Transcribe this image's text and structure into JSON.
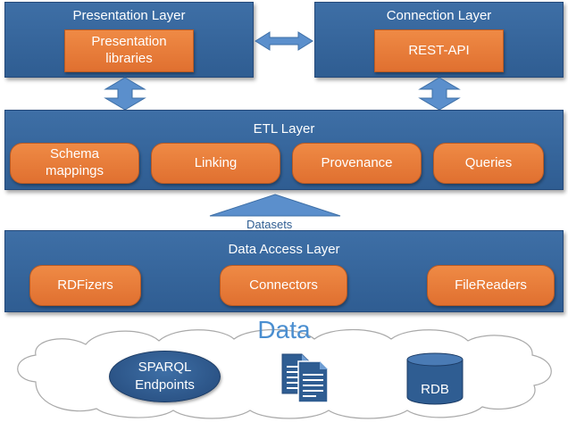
{
  "presentation_layer": {
    "title": "Presentation Layer",
    "components": [
      "Presentation libraries"
    ]
  },
  "connection_layer": {
    "title": "Connection Layer",
    "components": [
      "REST-API"
    ]
  },
  "etl_layer": {
    "title": "ETL Layer",
    "components": [
      "Schema mappings",
      "Linking",
      "Provenance",
      "Queries"
    ]
  },
  "flow_label": "Datasets",
  "data_access_layer": {
    "title": "Data Access Layer",
    "components": [
      "RDFizers",
      "Connectors",
      "FileReaders"
    ]
  },
  "data_section": {
    "title": "Data",
    "sources": [
      "SPARQL Endpoints",
      "documents-icon",
      "RDB"
    ]
  },
  "colors": {
    "layer_blue": "#2f5d92",
    "component_orange": "#e07030",
    "data_title_blue": "#4a8ed0",
    "arrow_blue": "#5b8fcc"
  }
}
